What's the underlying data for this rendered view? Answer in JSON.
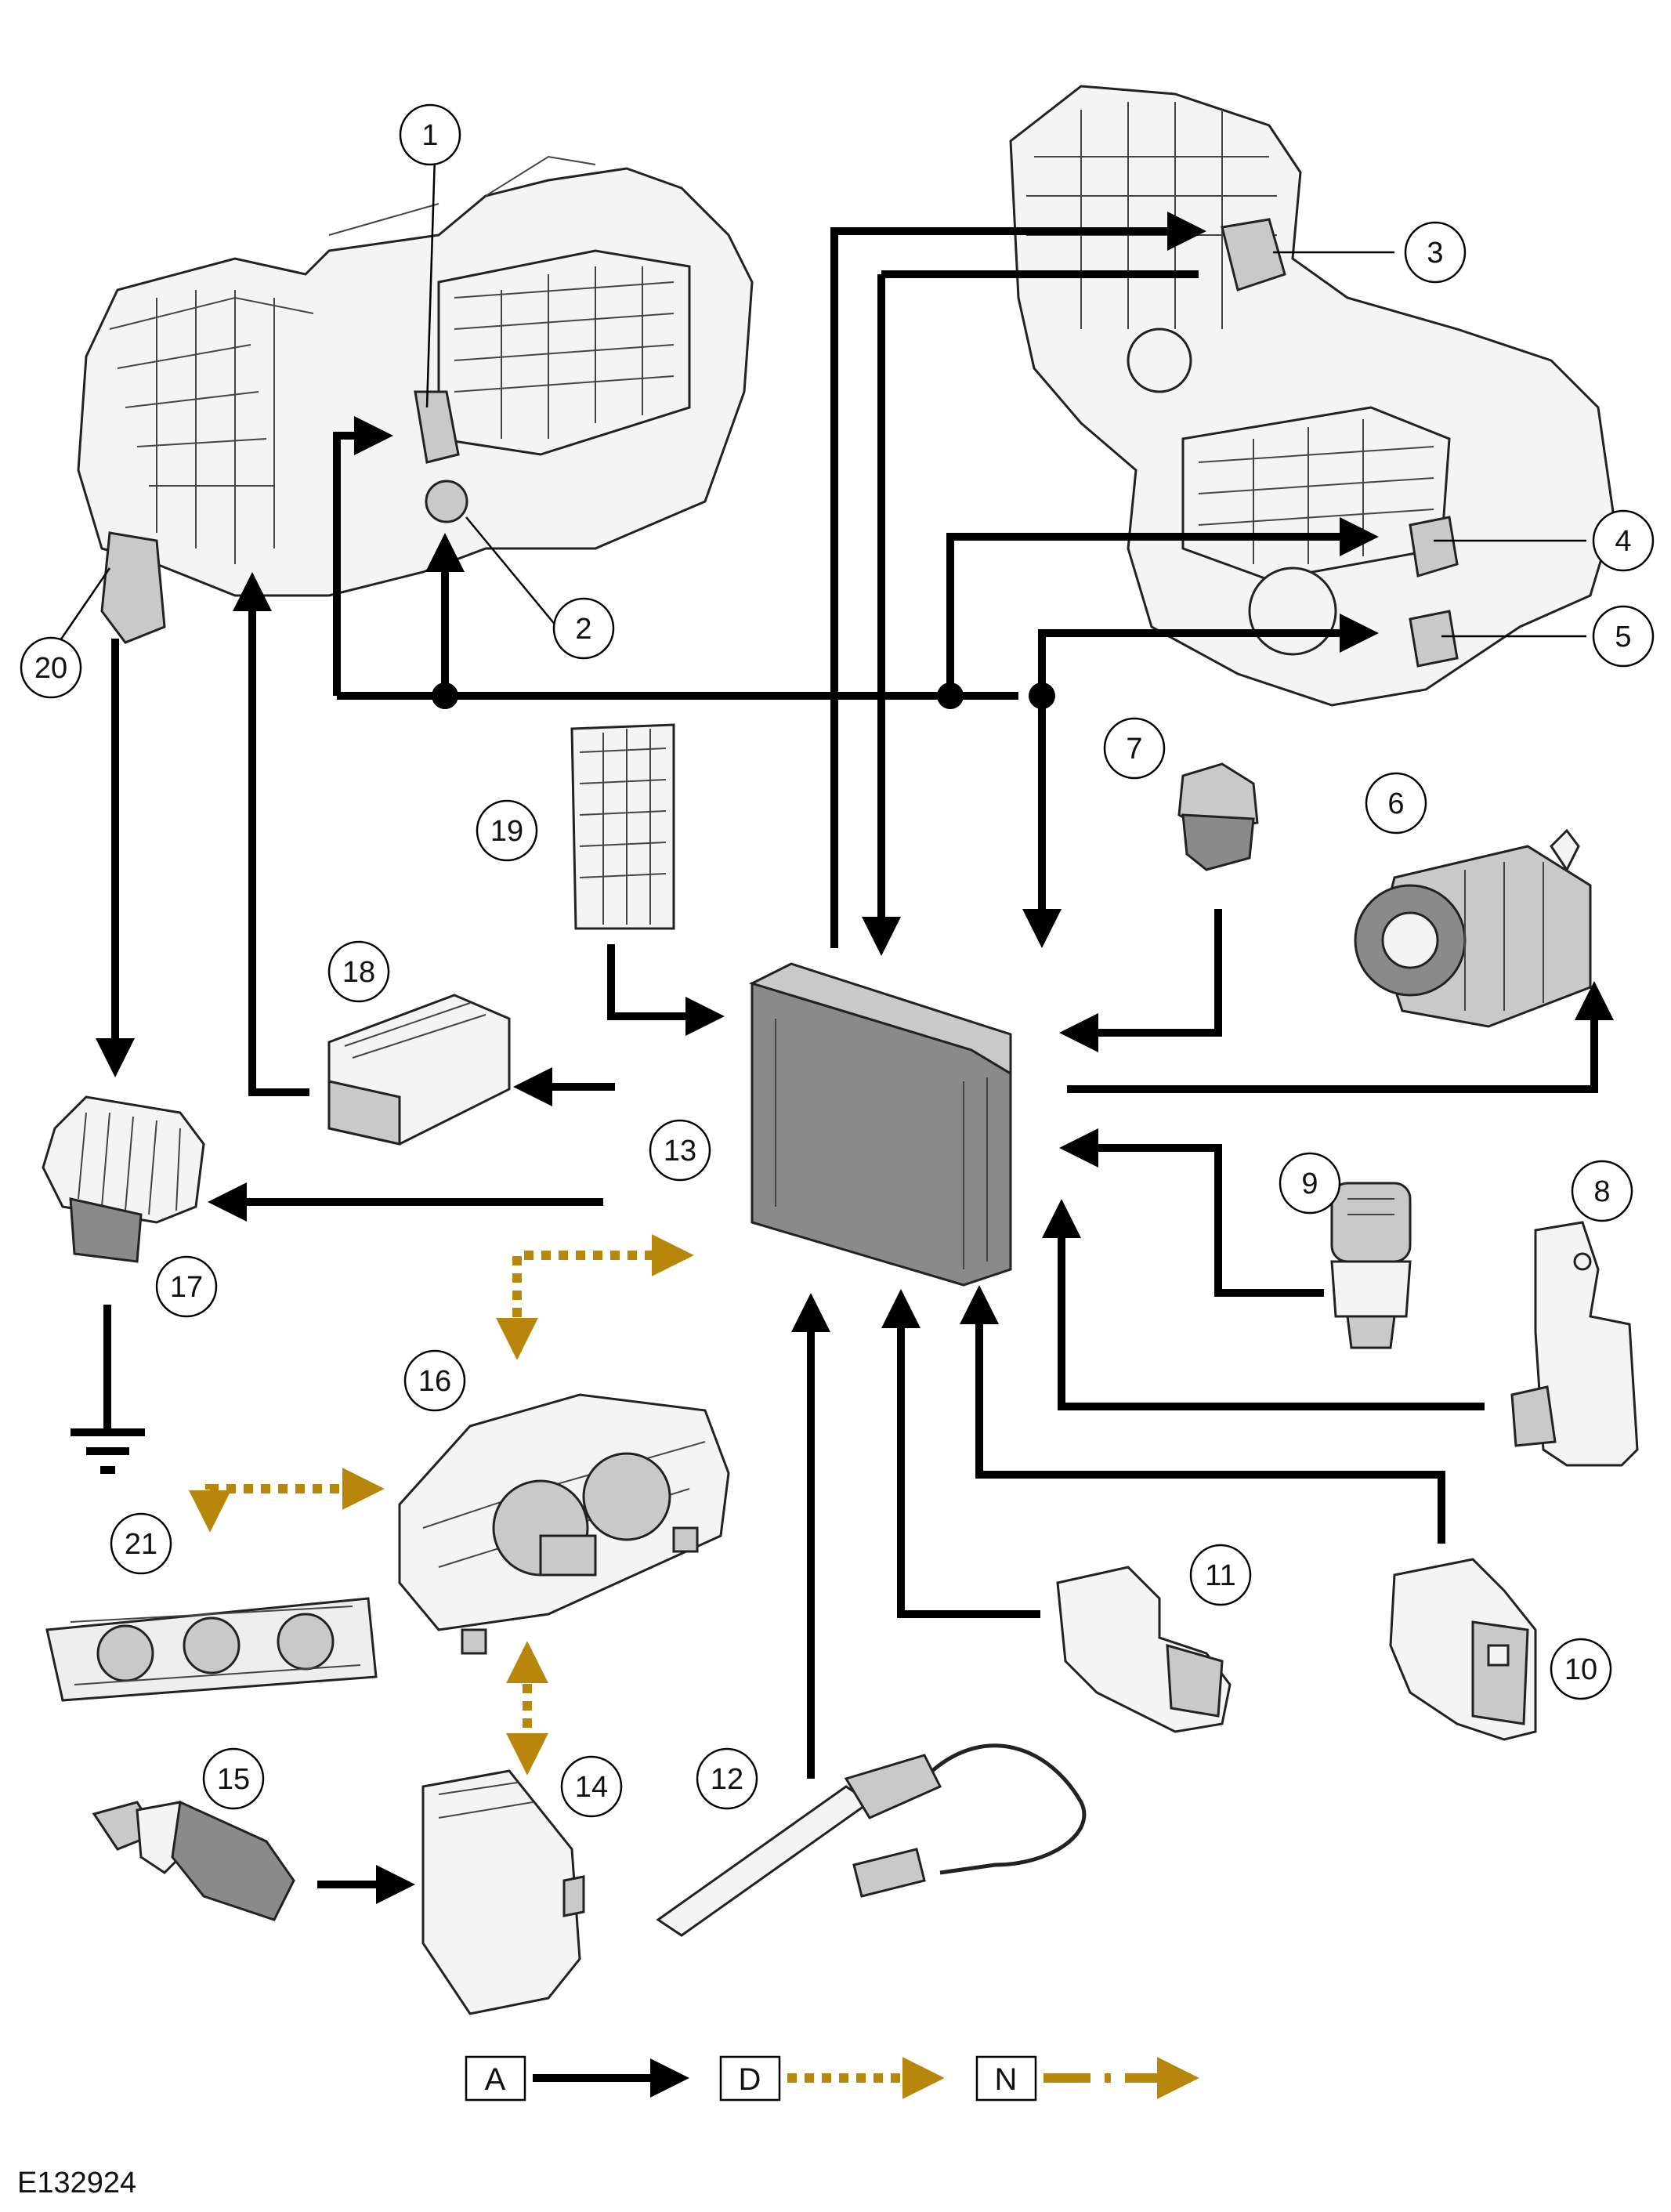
{
  "callouts": [
    "1",
    "2",
    "3",
    "4",
    "5",
    "6",
    "7",
    "8",
    "9",
    "10",
    "11",
    "12",
    "13",
    "14",
    "15",
    "16",
    "17",
    "18",
    "19",
    "20",
    "21"
  ],
  "legend": {
    "a": "A",
    "d": "D",
    "n": "N"
  },
  "reference": "E132924",
  "colors": {
    "bus_a": "#000000",
    "bus_d_n": "#b8860b",
    "background": "#ffffff"
  }
}
